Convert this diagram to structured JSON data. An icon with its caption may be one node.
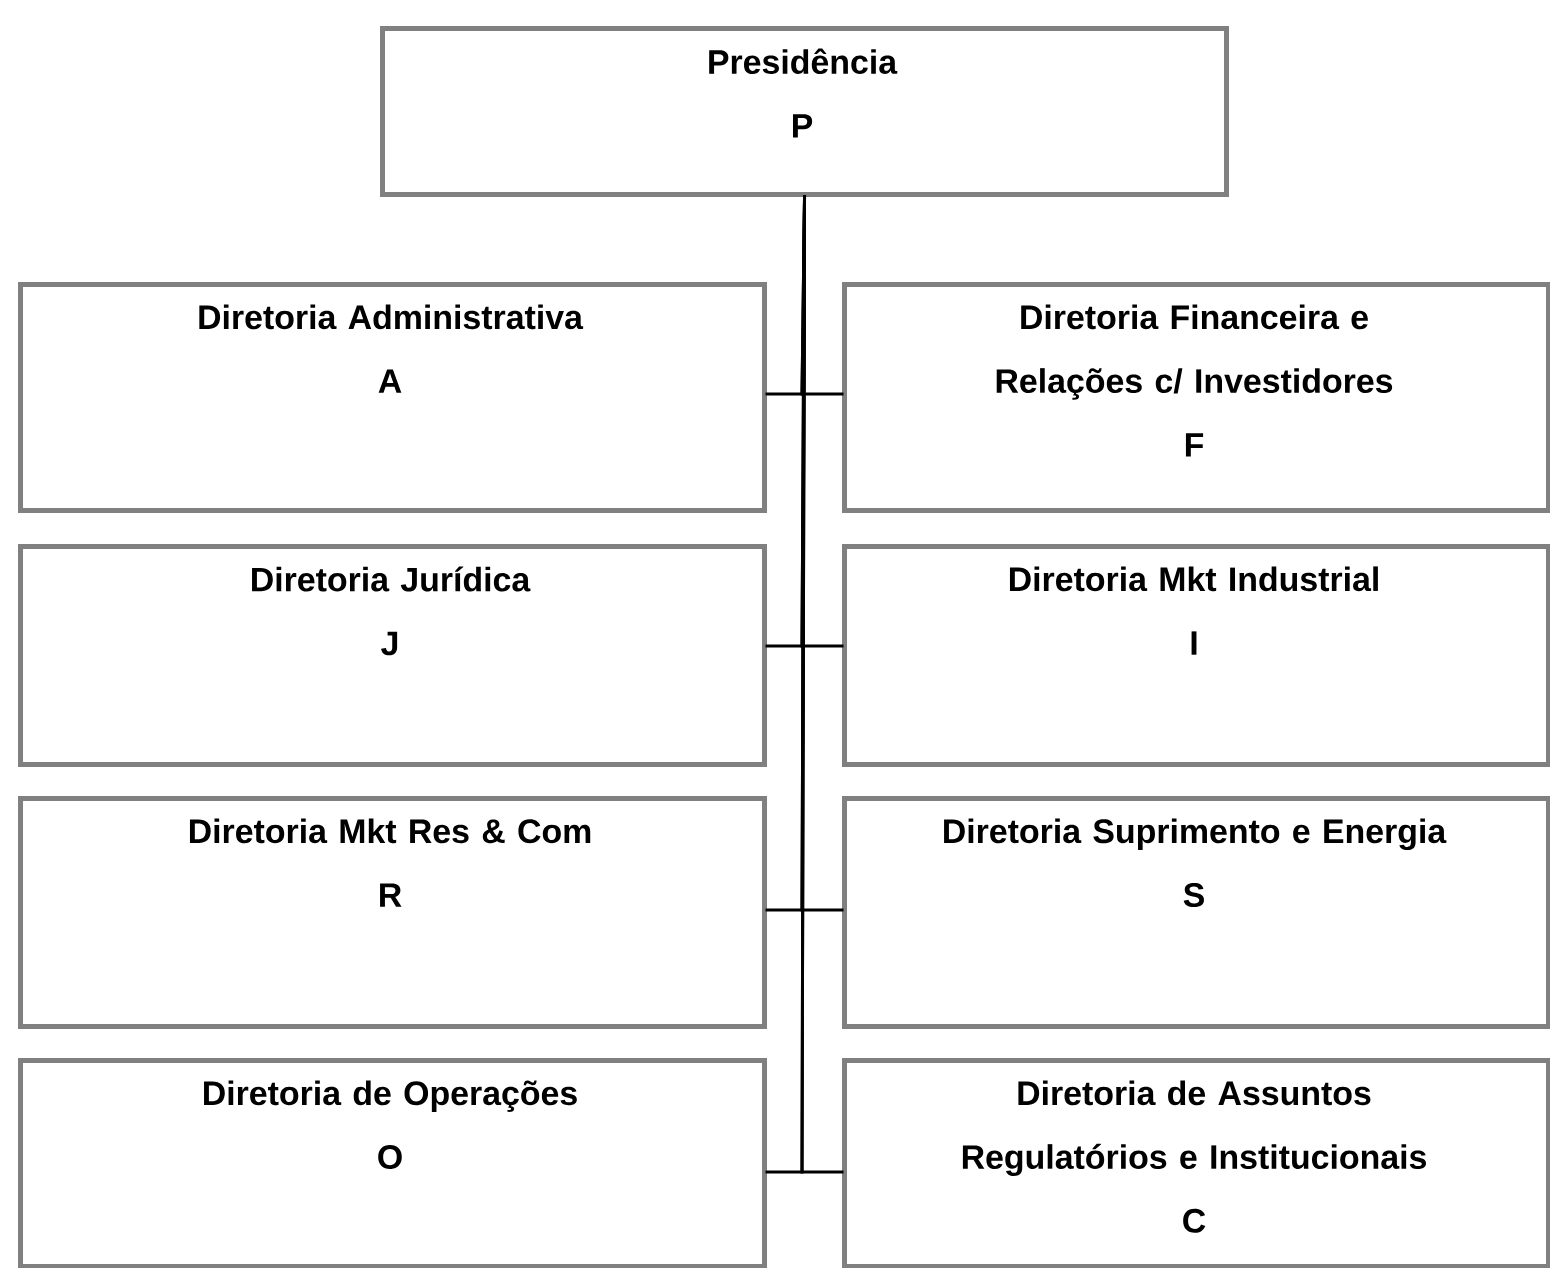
{
  "diagram": {
    "nodes": [
      {
        "text": [
          "Presidência",
          "P"
        ]
      },
      {
        "text": [
          "Diretoria Administrativa",
          "A"
        ]
      },
      {
        "text": [
          "Diretoria Financeira e Relações c/ Investidores",
          "F"
        ]
      },
      {
        "text": [
          "Diretoria Jurídica",
          "J"
        ]
      },
      {
        "text": [
          "Diretoria Mkt Industrial",
          "I"
        ]
      },
      {
        "text": [
          "Diretoria Mkt Res & Com",
          "R"
        ]
      },
      {
        "text": [
          "Diretoria Suprimento e Energia",
          "S"
        ]
      },
      {
        "text": [
          "Diretoria de Operações",
          "O"
        ]
      },
      {
        "text": [
          "Diretoria  de Assuntos Regulatórios e Institucionais",
          "C"
        ]
      }
    ],
    "edges": [
      {
        "from": 0,
        "to": 1,
        "arrow": "none"
      },
      {
        "from": 0,
        "to": 2,
        "arrow": "none"
      },
      {
        "from": 0,
        "to": 3,
        "arrow": "none"
      },
      {
        "from": 0,
        "to": 4,
        "arrow": "none"
      },
      {
        "from": 0,
        "to": 5,
        "arrow": "none"
      },
      {
        "from": 0,
        "to": 6,
        "arrow": "none"
      },
      {
        "from": 0,
        "to": 7,
        "arrow": "none"
      },
      {
        "from": 0,
        "to": 8,
        "arrow": "none"
      }
    ]
  }
}
